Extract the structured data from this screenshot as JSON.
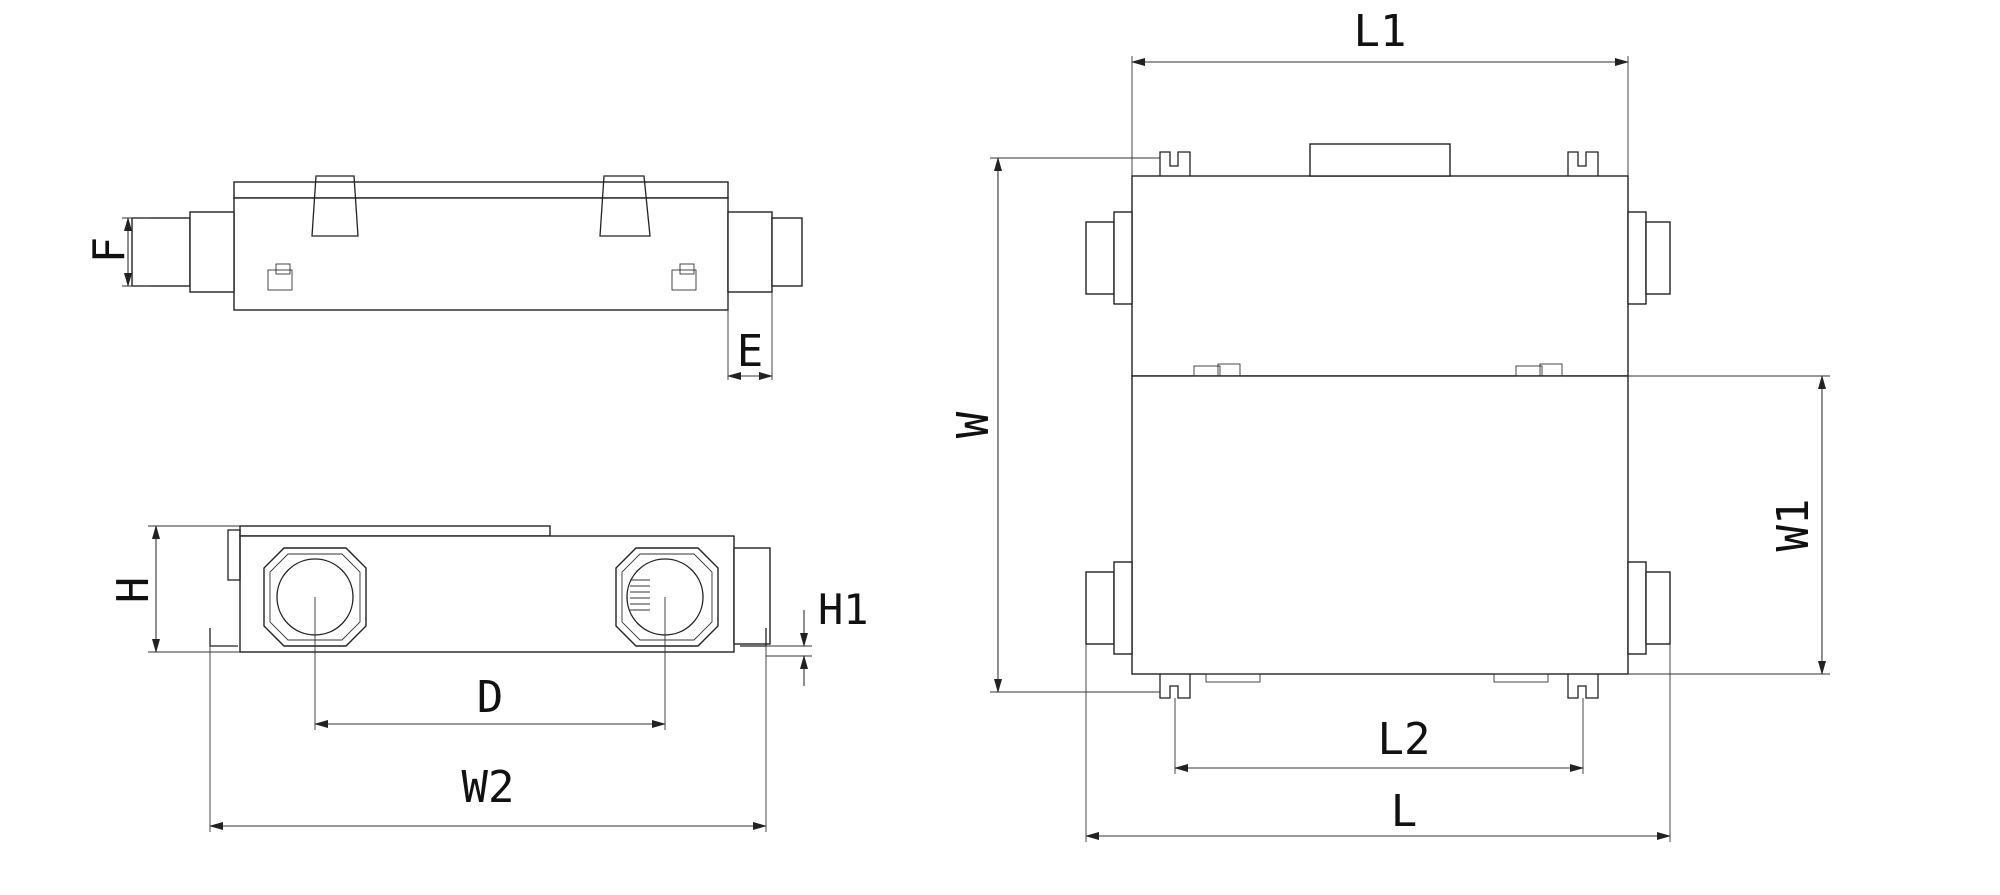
{
  "labels": {
    "F": "F",
    "E": "E",
    "H": "H",
    "H1": "H1",
    "D": "D",
    "W2": "W2",
    "L1": "L1",
    "W": "W",
    "W1": "W1",
    "L2": "L2",
    "L": "L"
  },
  "colors": {
    "line": "#222222",
    "background": "#ffffff"
  },
  "icons": {
    "arrowhead": "filled-arrow"
  }
}
